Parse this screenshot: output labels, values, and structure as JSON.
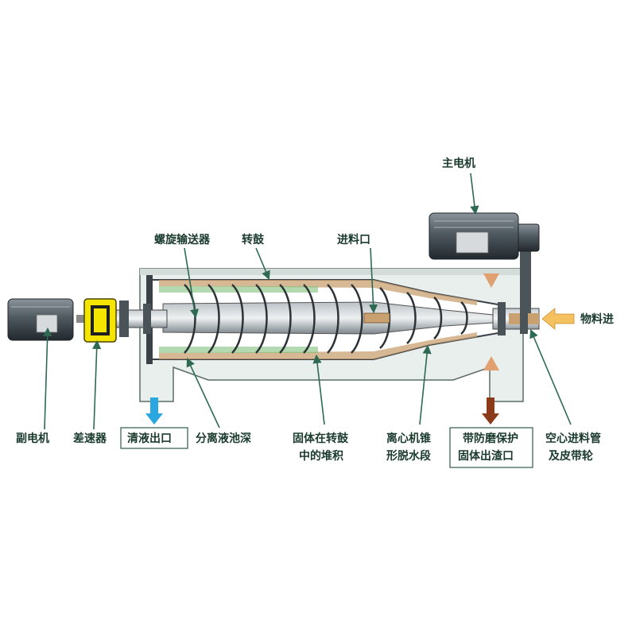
{
  "labels": {
    "main_motor": "主电机",
    "screw_conveyor": "螺旋输送器",
    "drum": "转鼓",
    "feed_port": "进料口",
    "material_in": "物料进",
    "aux_motor": "副电机",
    "differential": "差速器",
    "liquid_outlet": "清液出口",
    "pool_depth": "分离液池深",
    "solids_line1": "固体在转鼓",
    "solids_line2": "中的堆积",
    "cone_line1": "离心机锥",
    "cone_line2": "形脱水段",
    "solid_outlet_line1": "带防磨保护",
    "solid_outlet_line2": "固体出渣口",
    "feed_pipe_line1": "空心进料管",
    "feed_pipe_line2": "及皮带轮"
  },
  "colors": {
    "arrow_green": "#2e6a52",
    "liquid_arrow": "#2aa7e0",
    "solid_arrow": "#8b3a1a",
    "feed_arrow": "#f4c060",
    "differential_yellow": "#f5e400",
    "housing_fill": "#e9efec",
    "sediment": "#c9a070"
  },
  "icons": [
    "motor-icon",
    "differential-gear-icon",
    "screw-conveyor-icon",
    "down-arrow-icon",
    "left-arrow-icon"
  ]
}
